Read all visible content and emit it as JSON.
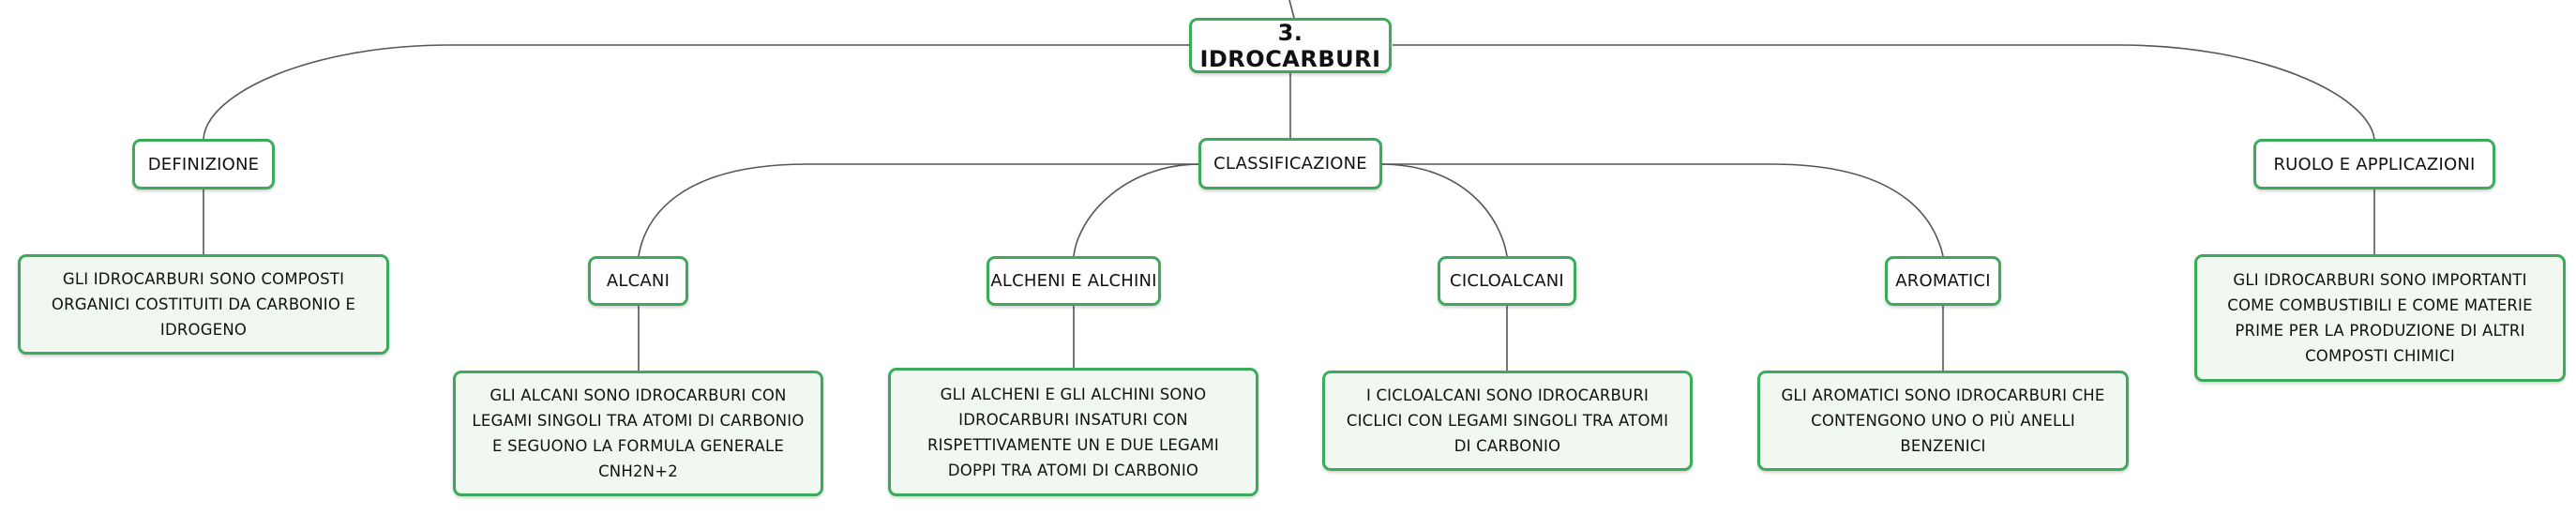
{
  "diagram": {
    "root": {
      "label": "3. IDROCARBURI"
    },
    "definizione": {
      "label": "DEFINIZIONE",
      "detail": "GLI IDROCARBURI SONO COMPOSTI ORGANICI COSTITUITI DA CARBONIO E IDROGENO"
    },
    "classificazione": {
      "label": "CLASSIFICAZIONE",
      "alcani": {
        "label": "ALCANI",
        "detail": "GLI ALCANI SONO IDROCARBURI CON LEGAMI SINGOLI TRA ATOMI DI CARBONIO E SEGUONO LA FORMULA GENERALE CNH2N+2"
      },
      "alcheni": {
        "label": "ALCHENI E ALCHINI",
        "detail": "GLI ALCHENI E GLI ALCHINI SONO IDROCARBURI INSATURI CON RISPETTIVAMENTE UN E DUE LEGAMI DOPPI TRA ATOMI DI CARBONIO"
      },
      "cicloalcani": {
        "label": "CICLOALCANI",
        "detail": "I CICLOALCANI SONO IDROCARBURI CICLICI CON LEGAMI SINGOLI TRA ATOMI DI CARBONIO"
      },
      "aromatici": {
        "label": "AROMATICI",
        "detail": "GLI AROMATICI SONO IDROCARBURI CHE CONTENGONO UNO O PIÙ ANELLI BENZENICI"
      }
    },
    "ruolo": {
      "label": "RUOLO E APPLICAZIONI",
      "detail": "GLI IDROCARBURI SONO IMPORTANTI COME COMBUSTIBILI E COME MATERIE PRIME PER LA PRODUZIONE DI ALTRI COMPOSTI CHIMICI"
    }
  },
  "colors": {
    "border": "#3bab5b",
    "leaf_fill": "#f1f8f1",
    "edge": "#555555"
  }
}
